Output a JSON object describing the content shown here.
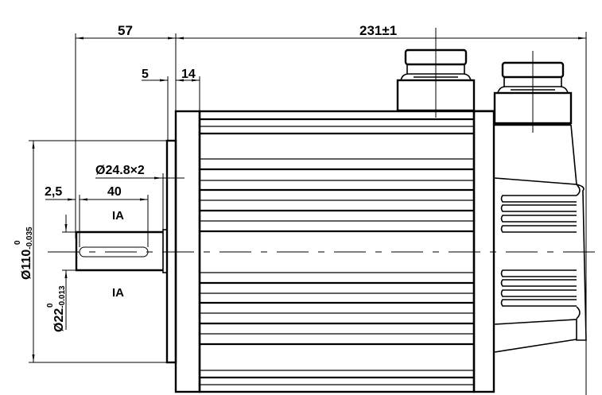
{
  "dimensions": {
    "shaft_overall": "57",
    "total_length": "231±1",
    "pilot_depth": "5",
    "flange_thickness": "14",
    "key_chamfer": "Ø24.8×2",
    "shaft_offset": "2,5",
    "keyway_length": "40",
    "section_label_top": "IA",
    "section_label_bottom": "IA",
    "pilot_diameter": {
      "base": "Ø110",
      "upper": "0",
      "lower": "-0.035"
    },
    "shaft_diameter": {
      "base": "Ø22",
      "upper": "0",
      "lower": "-0.013"
    }
  },
  "colors": {
    "line": "#000000",
    "background": "#ffffff"
  }
}
